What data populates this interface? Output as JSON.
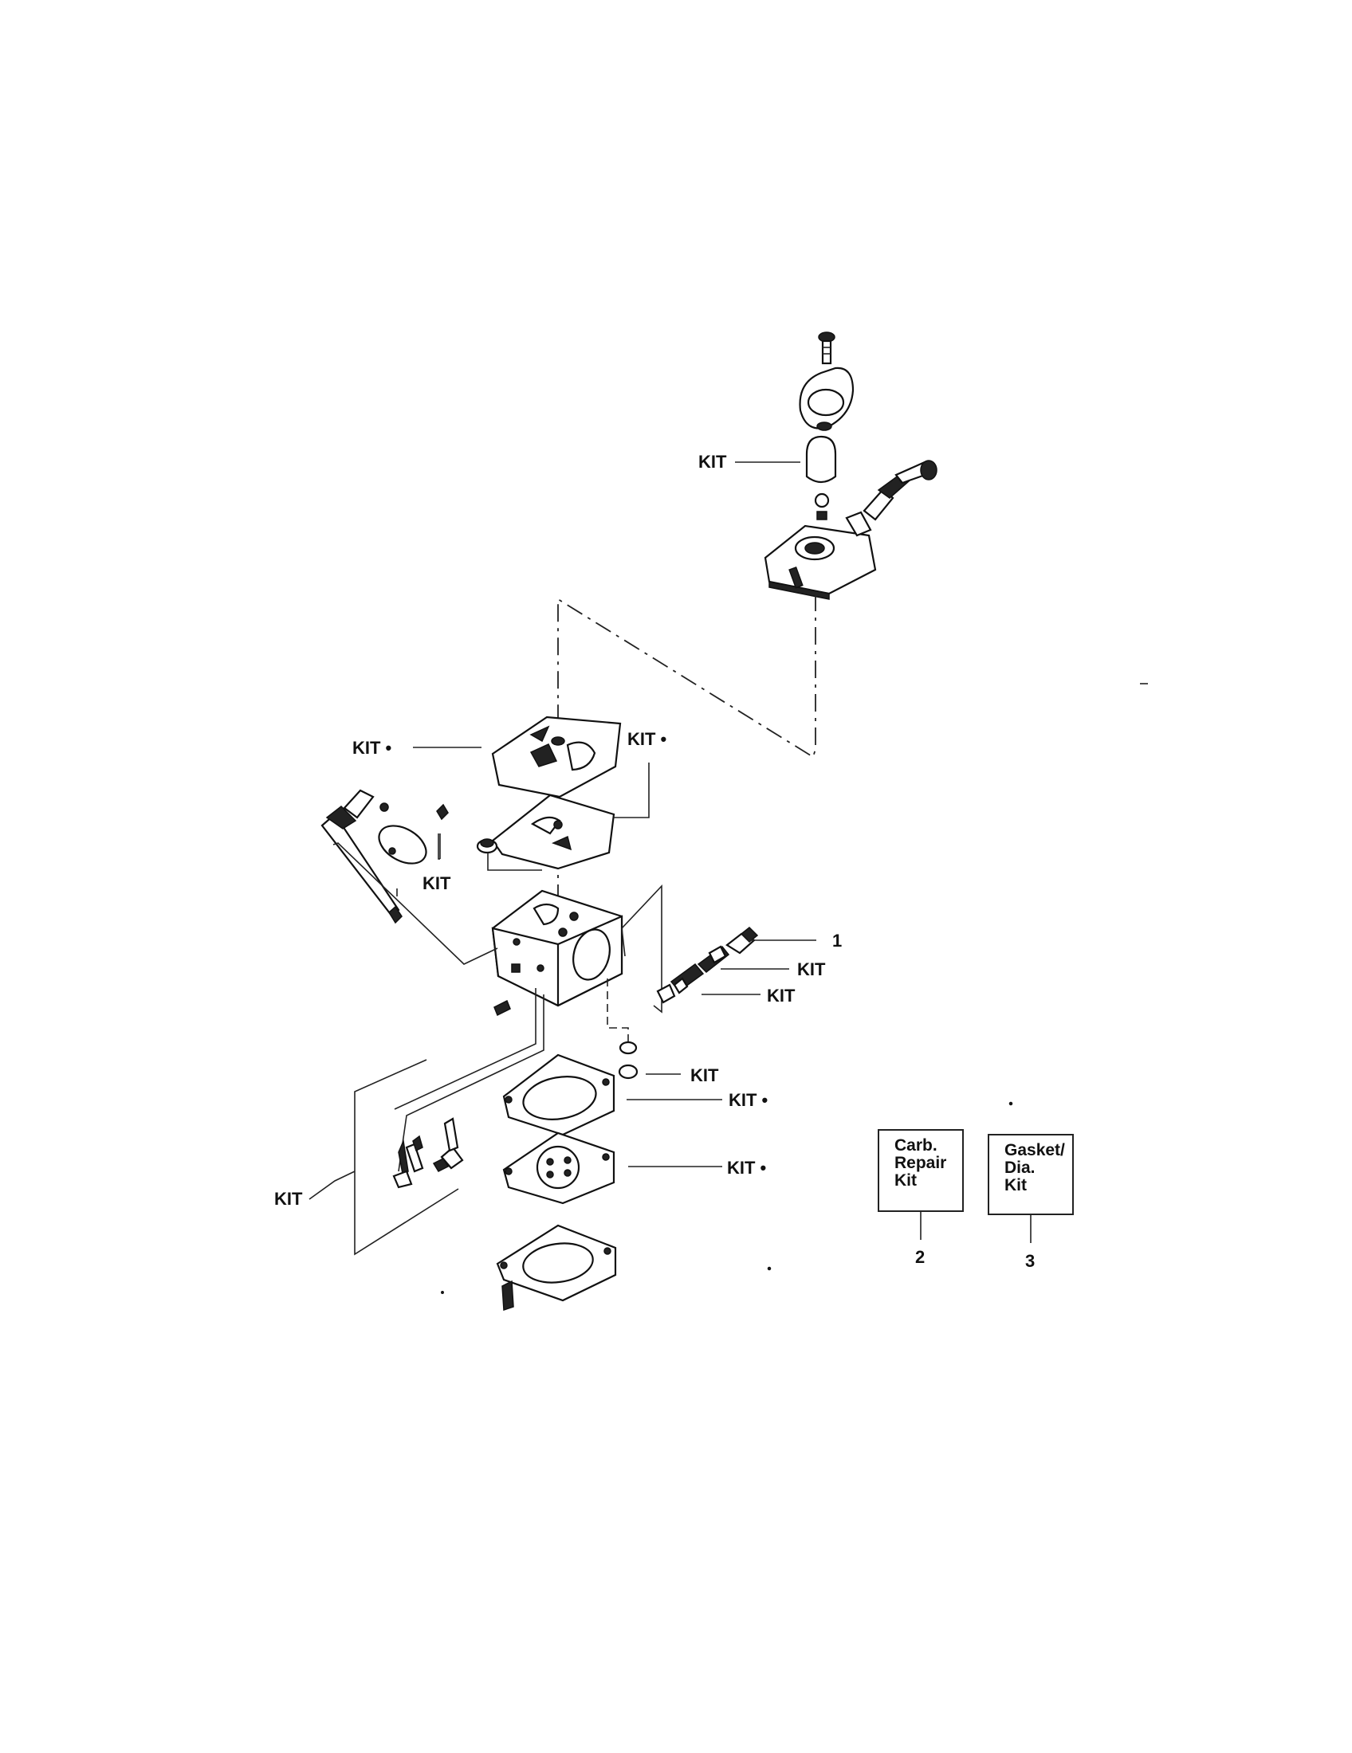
{
  "callouts": [
    {
      "id": "kit-primer-bulb",
      "text": "KIT"
    },
    {
      "id": "kit-gasket-upper",
      "text": "KIT •"
    },
    {
      "id": "kit-gasket-lower",
      "text": "KIT •"
    },
    {
      "id": "kit-needle-valve",
      "text": "KIT"
    },
    {
      "id": "item-1",
      "text": "1"
    },
    {
      "id": "kit-screw-upper",
      "text": "KIT"
    },
    {
      "id": "kit-screw-lower",
      "text": "KIT"
    },
    {
      "id": "kit-plug",
      "text": "KIT"
    },
    {
      "id": "kit-metering-gasket",
      "text": "KIT •"
    },
    {
      "id": "kit-diaphragm",
      "text": "KIT •"
    },
    {
      "id": "kit-lever-spring",
      "text": "KIT"
    }
  ],
  "legend": [
    {
      "lines": [
        "Carb.",
        "Repair",
        "Kit"
      ],
      "number": "2"
    },
    {
      "lines": [
        "Gasket/",
        "Dia.",
        "Kit"
      ],
      "number": "3"
    }
  ]
}
